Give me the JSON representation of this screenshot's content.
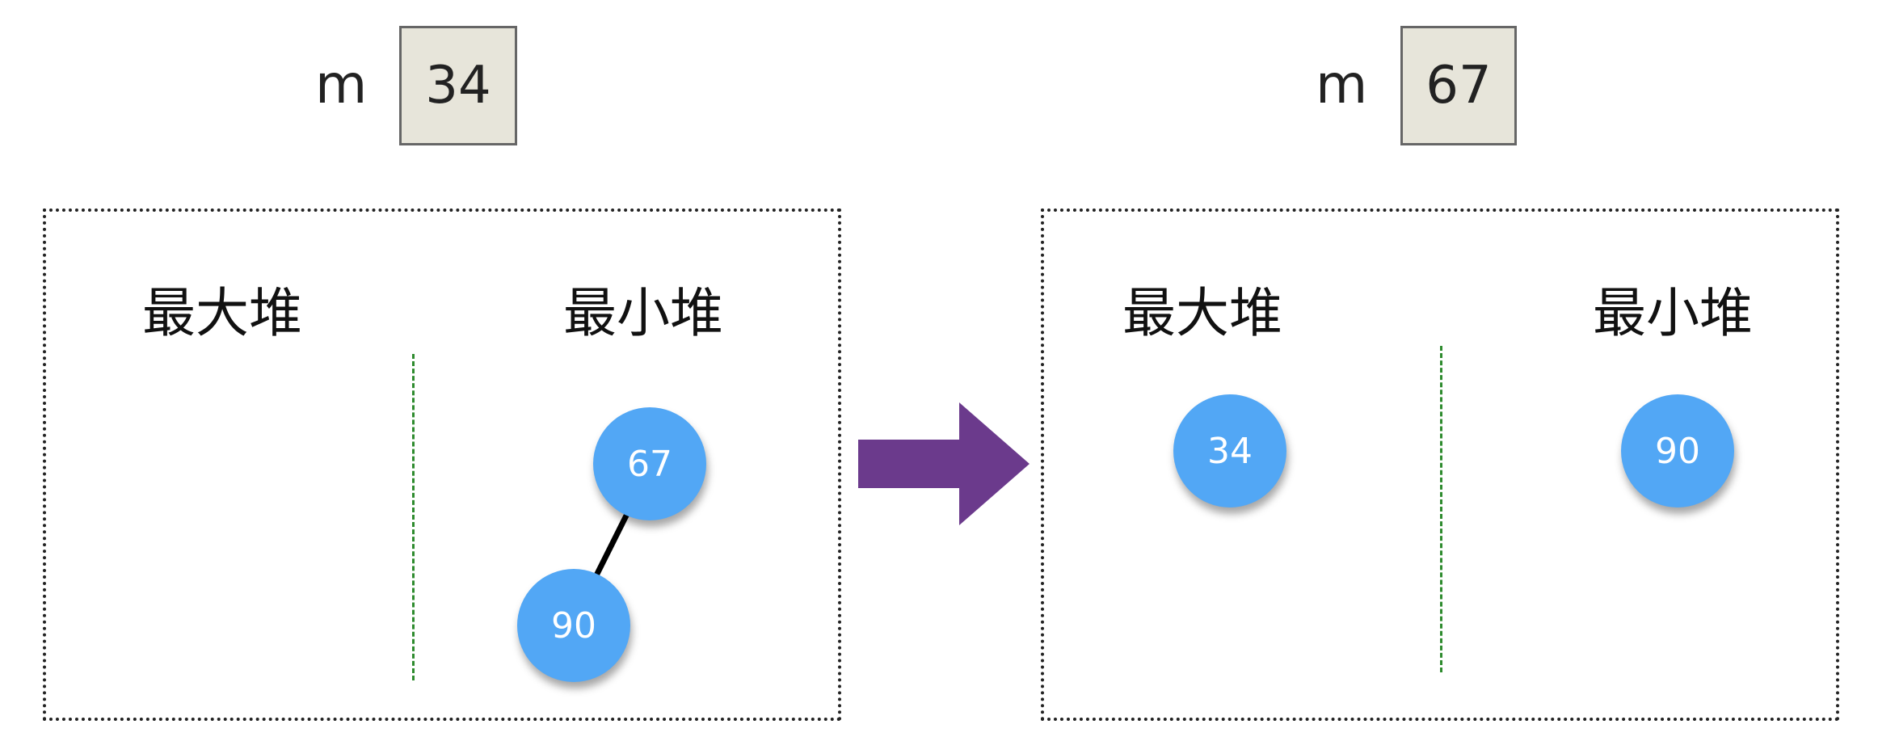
{
  "before": {
    "m_label": "m",
    "m_value": "34",
    "max_heap_title": "最大堆",
    "min_heap_title": "最小堆",
    "max_heap_nodes": [],
    "min_heap_nodes": [
      "67",
      "90"
    ]
  },
  "after": {
    "m_label": "m",
    "m_value": "67",
    "max_heap_title": "最大堆",
    "min_heap_title": "最小堆",
    "max_heap_nodes": [
      "34"
    ],
    "min_heap_nodes": [
      "90"
    ]
  },
  "colors": {
    "node_fill": "#52a7f5",
    "arrow_fill": "#6b3a8c",
    "divider": "#2e8b2e",
    "m_box_fill": "#e7e5da"
  }
}
